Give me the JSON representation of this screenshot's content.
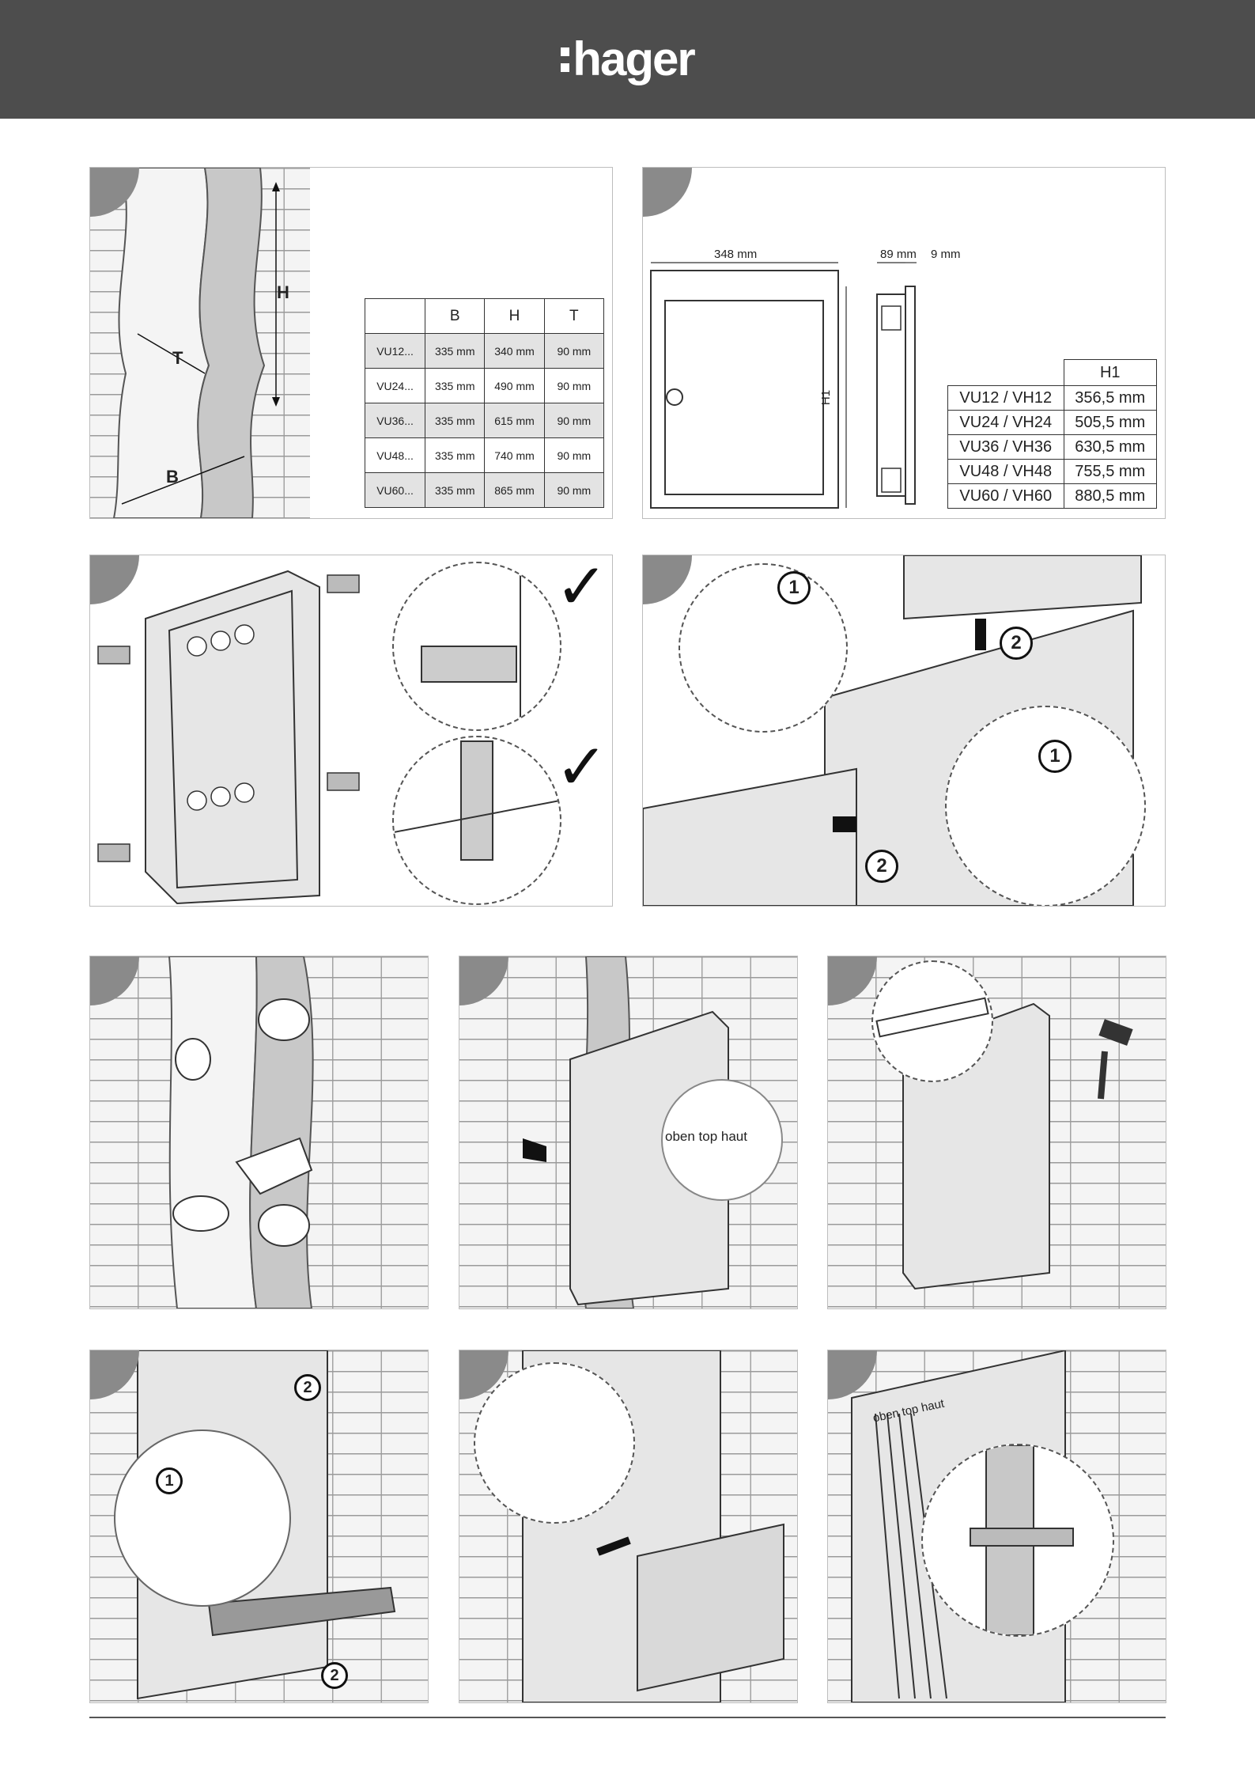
{
  "header": {
    "brand": "hager"
  },
  "step1": {
    "label_h": "H",
    "label_t": "T",
    "label_b": "B",
    "table": {
      "headers": [
        "",
        "B",
        "H",
        "T"
      ],
      "rows": [
        [
          "VU12...",
          "335 mm",
          "340 mm",
          "90 mm"
        ],
        [
          "VU24...",
          "335 mm",
          "490 mm",
          "90 mm"
        ],
        [
          "VU36...",
          "335 mm",
          "615 mm",
          "90 mm"
        ],
        [
          "VU48...",
          "335 mm",
          "740 mm",
          "90 mm"
        ],
        [
          "VU60...",
          "335 mm",
          "865 mm",
          "90 mm"
        ]
      ]
    }
  },
  "step2": {
    "width": "348 mm",
    "depth": "89 mm",
    "offset": "9 mm",
    "label_h1": "H1",
    "table": {
      "header": "H1",
      "rows": [
        [
          "VU12 / VH12",
          "356,5 mm"
        ],
        [
          "VU24 / VH24",
          "505,5 mm"
        ],
        [
          "VU36 / VH36",
          "630,5 mm"
        ],
        [
          "VU48 / VH48",
          "755,5 mm"
        ],
        [
          "VU60 / VH60",
          "880,5 mm"
        ]
      ]
    }
  },
  "step4": {
    "n1": "1",
    "n2": "2",
    "n1b": "1",
    "n2b": "2"
  },
  "step6": {
    "oben_text": "oben top haut"
  },
  "step8": {
    "n1": "1",
    "n2": "2",
    "n2b": "2"
  },
  "step10": {
    "oben_text": "oben top haut"
  },
  "icons": {
    "checkmark": "check-icon",
    "arrow": "arrow-icon",
    "brick_wall": "brick-wall-icon"
  }
}
